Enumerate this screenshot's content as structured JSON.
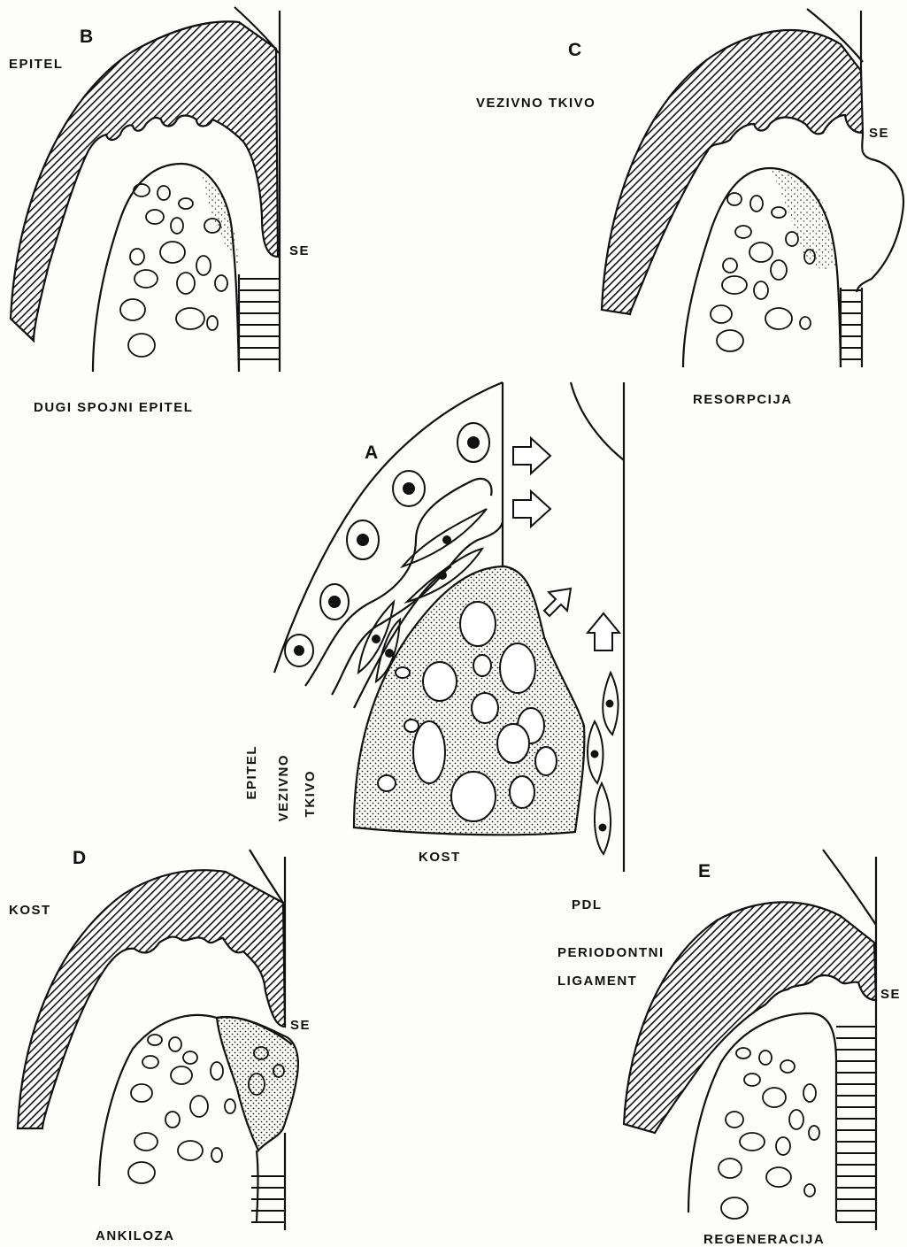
{
  "panels": {
    "a": {
      "letter": "A",
      "epitel": "EPITEL",
      "vezivno": "VEZIVNO",
      "tkivo": "TKIVO",
      "kost": "KOST",
      "pdl": "PDL"
    },
    "b": {
      "letter": "B",
      "label": "EPITEL",
      "se": "SE",
      "caption": "DUGI SPOJNI EPITEL"
    },
    "c": {
      "letter": "C",
      "label": "VEZIVNO TKIVO",
      "se": "SE",
      "caption": "RESORPCIJA"
    },
    "d": {
      "letter": "D",
      "label": "KOST",
      "se": "SE",
      "caption": "ANKILOZA"
    },
    "e": {
      "letter": "E",
      "label_line1": "PERIODONTNI",
      "label_line2": "LIGAMENT",
      "se": "SE",
      "caption": "REGENERACIJA"
    }
  },
  "colors": {
    "ink": "#111111",
    "paper": "#fdfdfc"
  }
}
